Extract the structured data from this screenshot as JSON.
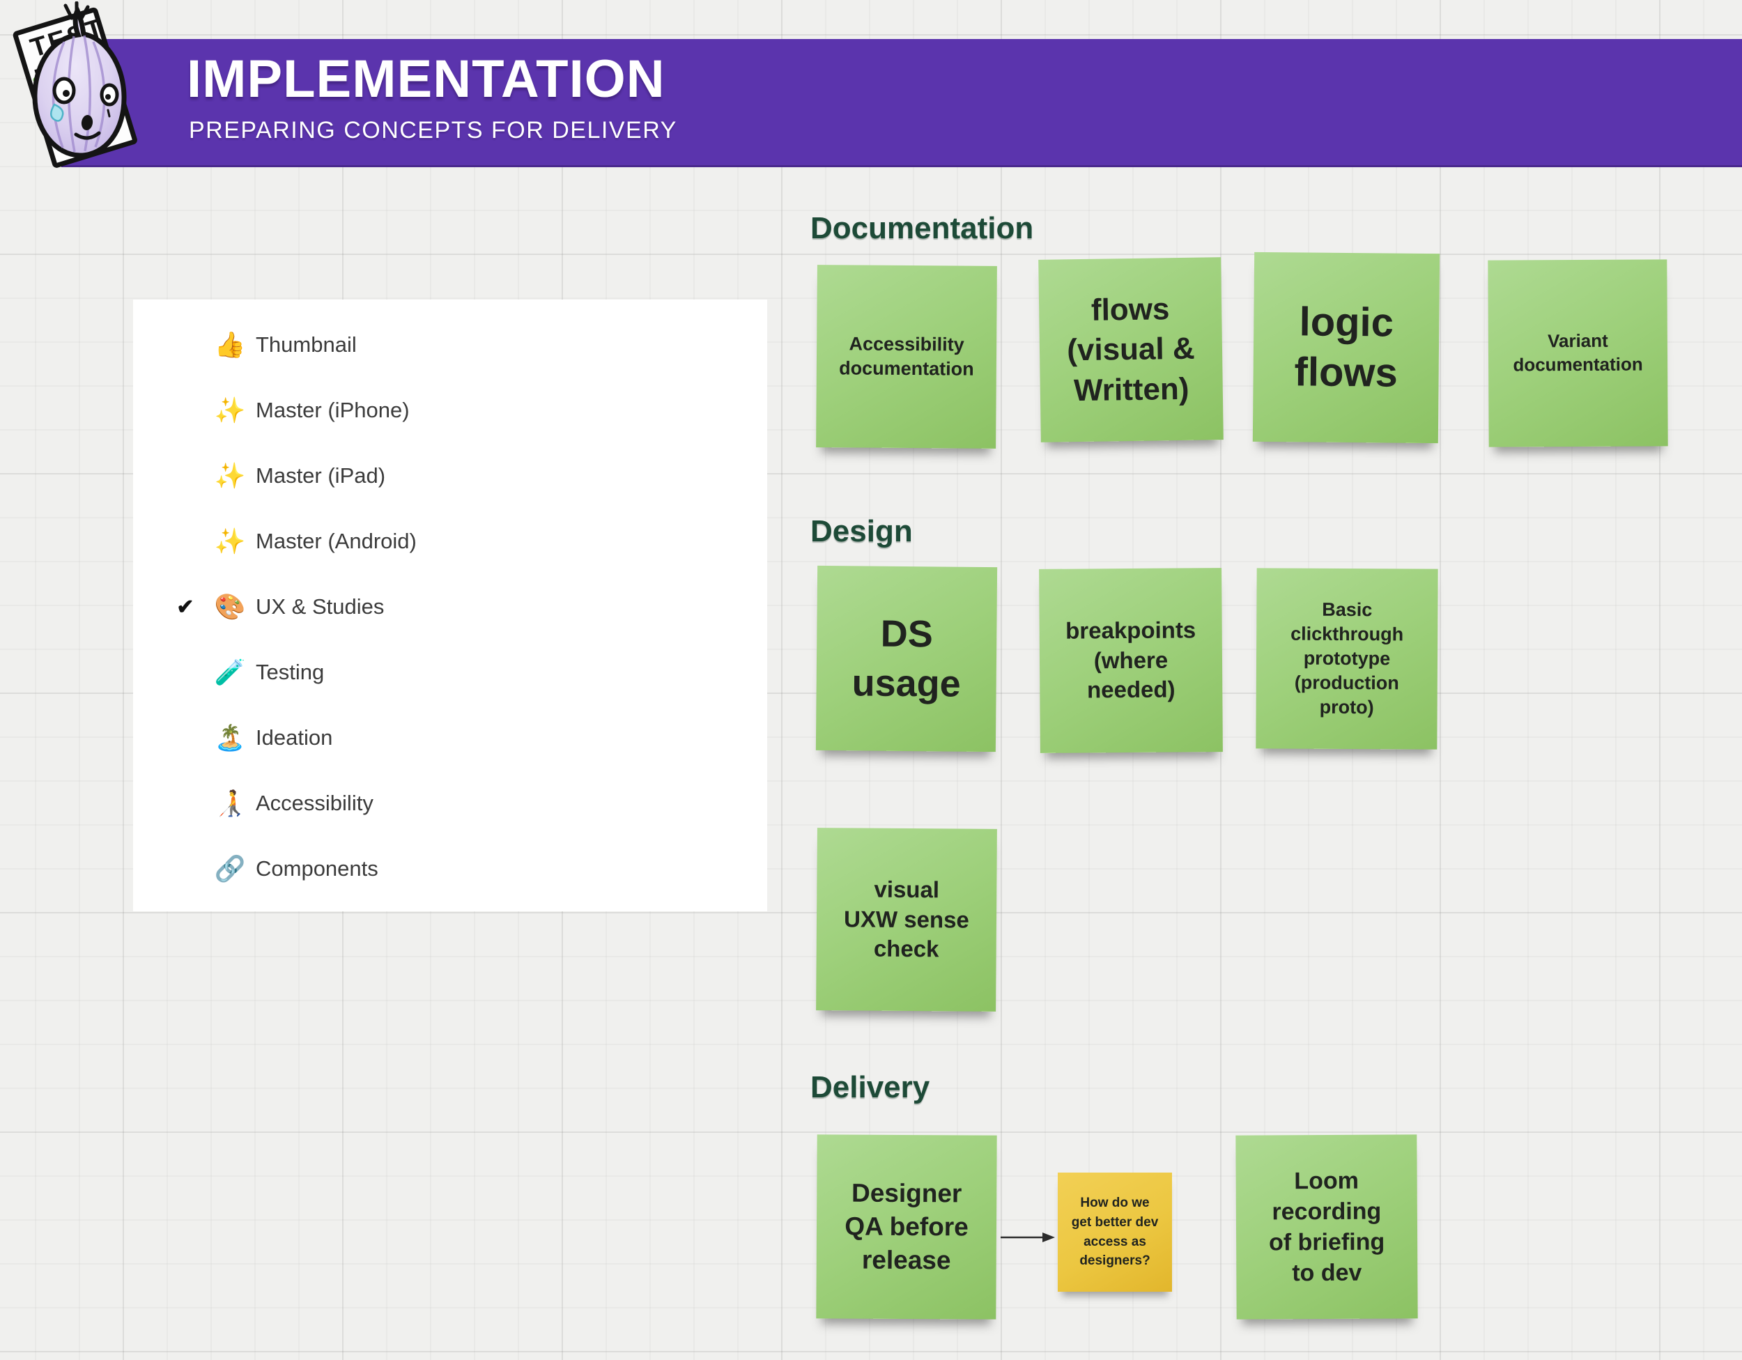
{
  "banner": {
    "title": "IMPLEMENTATION",
    "subtitle": "PREPARING CONCEPTS FOR DELIVERY"
  },
  "logo": {
    "sheet_title": "TEST"
  },
  "layers_panel": {
    "items": [
      {
        "icon": "👍",
        "icon_name": "thumbs-up-icon",
        "label": "Thumbnail",
        "checked": false,
        "check_glyph": ""
      },
      {
        "icon": "✨",
        "icon_name": "sparkles-icon",
        "label": "Master (iPhone)",
        "checked": false,
        "check_glyph": ""
      },
      {
        "icon": "✨",
        "icon_name": "sparkles-icon",
        "label": "Master (iPad)",
        "checked": false,
        "check_glyph": ""
      },
      {
        "icon": "✨",
        "icon_name": "sparkles-icon",
        "label": "Master (Android)",
        "checked": false,
        "check_glyph": ""
      },
      {
        "icon": "🎨",
        "icon_name": "palette-icon",
        "label": "UX & Studies",
        "checked": true,
        "check_glyph": "✔"
      },
      {
        "icon": "🧪",
        "icon_name": "test-tube-icon",
        "label": "Testing",
        "checked": false,
        "check_glyph": ""
      },
      {
        "icon": "🏝️",
        "icon_name": "desert-island-icon",
        "label": "Ideation",
        "checked": false,
        "check_glyph": ""
      },
      {
        "icon": "🧑‍🦯",
        "icon_name": "person-with-cane-icon",
        "label": "Accessibility",
        "checked": false,
        "check_glyph": ""
      },
      {
        "icon": "🔗",
        "icon_name": "link-icon",
        "label": "Components",
        "checked": false,
        "check_glyph": ""
      }
    ]
  },
  "sections": [
    {
      "title": "Documentation",
      "notes": [
        {
          "text": "Accessibility\ndocumentation",
          "color": "green"
        },
        {
          "text": "flows\n(visual &\nWritten)",
          "color": "green"
        },
        {
          "text": "logic\nflows",
          "color": "green"
        },
        {
          "text": "Variant\ndocumentation",
          "color": "green"
        }
      ]
    },
    {
      "title": "Design",
      "notes": [
        {
          "text": "DS\nusage",
          "color": "green"
        },
        {
          "text": "breakpoints\n(where\nneeded)",
          "color": "green"
        },
        {
          "text": "Basic\nclickthrough\nprototype\n(production\nproto)",
          "color": "green"
        },
        {
          "text": "visual\nUXW sense\ncheck",
          "color": "green"
        }
      ]
    },
    {
      "title": "Delivery",
      "notes": [
        {
          "text": "Designer\nQA before\nrelease",
          "color": "green"
        },
        {
          "text": "How do we\nget better dev\naccess as\ndesigners?",
          "color": "yellow"
        },
        {
          "text": "Loom\nrecording\nof briefing\nto dev",
          "color": "green"
        }
      ]
    }
  ],
  "colors": {
    "banner_purple": "#5b34ad",
    "note_green": "#9ed07b",
    "note_yellow": "#ecc741",
    "header_green": "#1d4a37",
    "canvas_gray": "#f0f0ee",
    "sticky_text": "#20231f"
  }
}
